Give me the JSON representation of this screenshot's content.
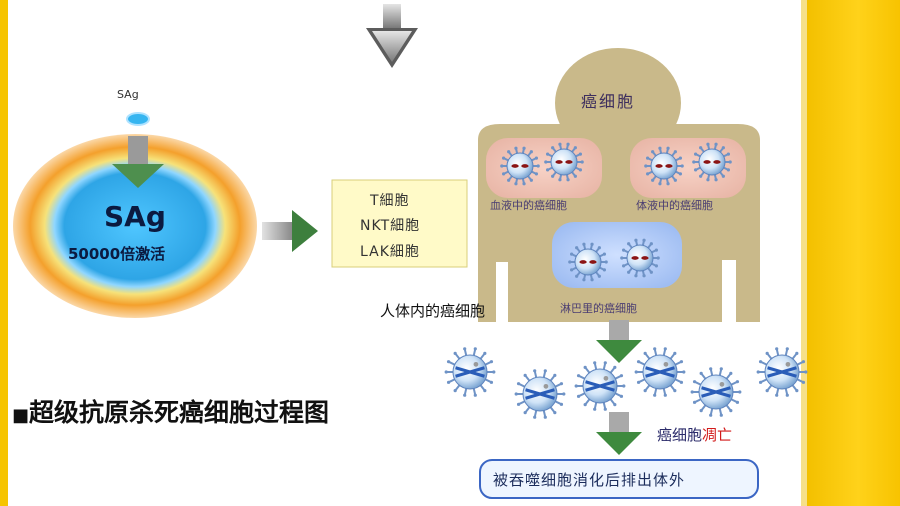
{
  "diagram": {
    "sag_small_label": "SAg",
    "sag_big_label": "SAg",
    "activation_label": "50000倍激活",
    "t_cells": [
      "T細胞",
      "NKT細胞",
      "LAK細胞"
    ],
    "cancer_title": "癌细胞",
    "blood_label": "血液中的癌细胞",
    "body_fluid_label": "体液中的癌细胞",
    "lymph_label": "淋巴里的癌细胞",
    "in_body_label": "人体内的癌细胞",
    "apoptosis_prefix": "癌细胞",
    "apoptosis_suffix": "凋亡",
    "result_label": "被吞噬细胞消化后排出体外",
    "caption": "超级抗原杀死癌细胞过程图",
    "bullet": "■"
  },
  "colors": {
    "yellow_band": "#f6c400",
    "ring_blue": "#33b4f0",
    "ring_orange": "#f49b2a",
    "body_tan": "#c9b98a",
    "apoptosis_red": "#d21a1a",
    "result_border": "#3b66c4"
  }
}
